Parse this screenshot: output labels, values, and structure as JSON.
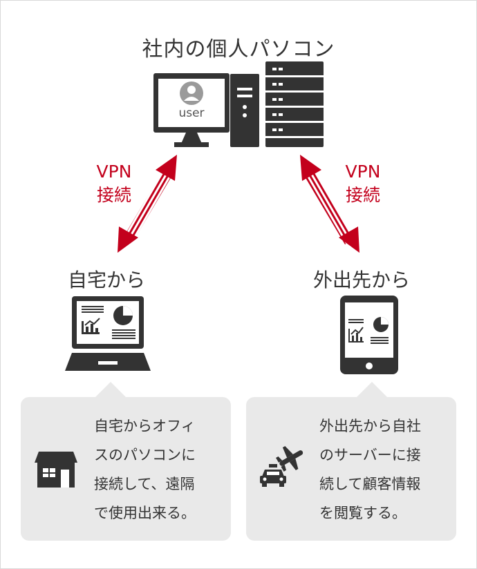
{
  "title": "社内の個人パソコン",
  "server_icon": {
    "user_label": "user"
  },
  "vpn_left": {
    "line1": "VPN",
    "line2": "接続"
  },
  "vpn_right": {
    "line1": "VPN",
    "line2": "接続"
  },
  "home": {
    "label": "自宅から",
    "text_lines": [
      "自宅からオフィ",
      "スのパソコンに",
      "接続して、遠隔",
      "で使用出来る。"
    ]
  },
  "outside": {
    "label": "外出先から",
    "text_lines": [
      "外出先から自社",
      "のサーバーに接",
      "続して顧客情報",
      "を閲覧する。"
    ]
  },
  "colors": {
    "accent": "#c3001c",
    "icon": "#333333",
    "bubble": "#e9e9e9"
  },
  "icons": [
    "monitor-icon",
    "user-avatar-icon",
    "tower-icon",
    "server-rack-icon",
    "laptop-icon",
    "tablet-icon",
    "house-icon",
    "taxi-icon",
    "airplane-icon"
  ]
}
